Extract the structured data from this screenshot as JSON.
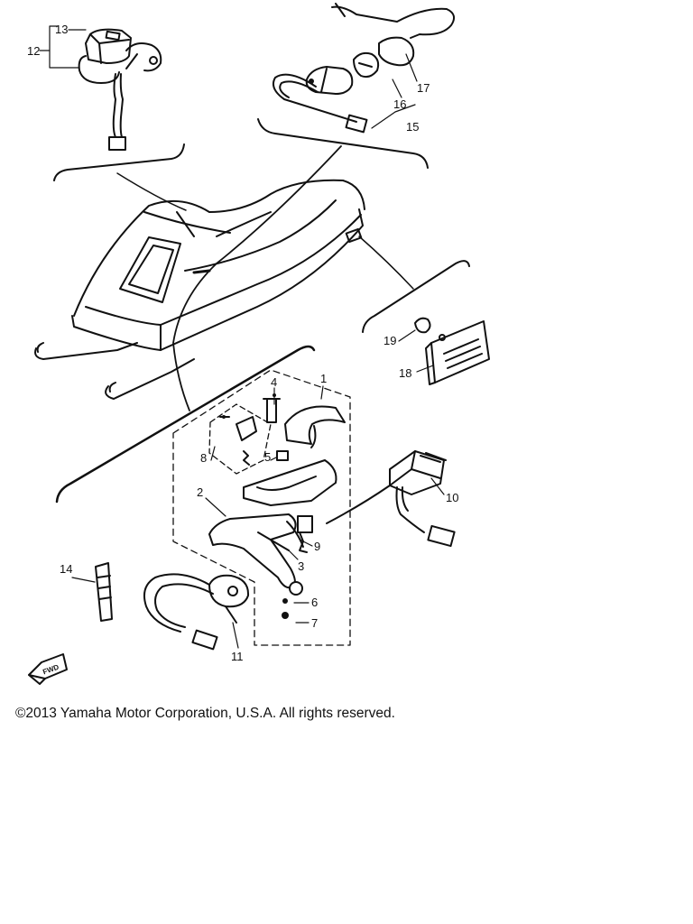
{
  "callouts": {
    "n1": "1",
    "n2": "2",
    "n3": "3",
    "n4": "4",
    "n5": "5",
    "n6": "6",
    "n7": "7",
    "n8": "8",
    "n9": "9",
    "n10": "10",
    "n11": "11",
    "n12": "12",
    "n13": "13",
    "n14": "14",
    "n15": "15",
    "n16": "16",
    "n17": "17",
    "n18": "18",
    "n19": "19"
  },
  "fwd_label": "FWD",
  "copyright": "©2013 Yamaha Motor Corporation, U.S.A. All rights reserved."
}
